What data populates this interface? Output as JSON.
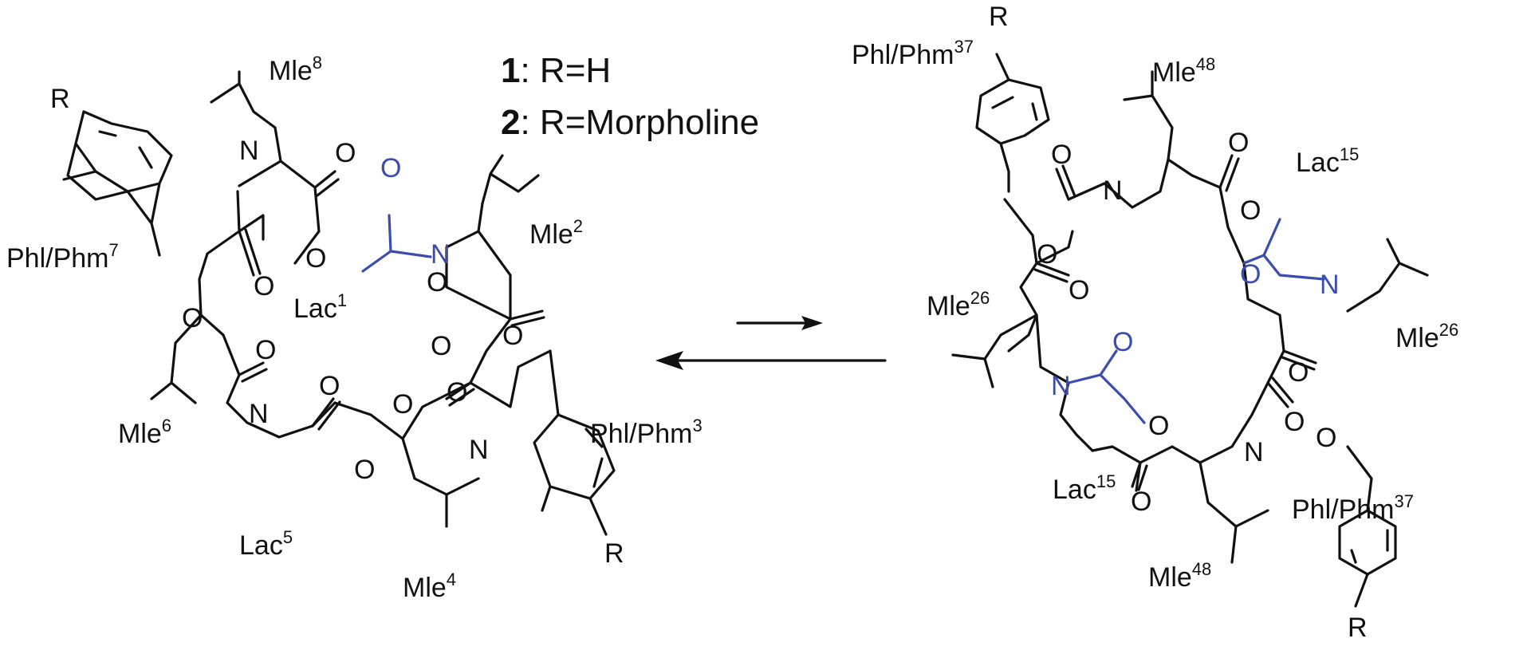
{
  "legend": [
    {
      "number": "1",
      "text": ": R=H"
    },
    {
      "number": "2",
      "text": ": R=Morpholine"
    }
  ],
  "substituent": "R",
  "atoms": {
    "oxygen": "O",
    "nitrogen": "N"
  },
  "highlight_color": "#3b4cb0",
  "left_conformer": {
    "residues": [
      {
        "name": "Mle",
        "sup": "8"
      },
      {
        "name": "Mle",
        "sup": "2"
      },
      {
        "name": "Phl/Phm",
        "sup": "7"
      },
      {
        "name": "Lac",
        "sup": "1"
      },
      {
        "name": "Mle",
        "sup": "6"
      },
      {
        "name": "Phl/Phm",
        "sup": "3"
      },
      {
        "name": "Lac",
        "sup": "5"
      },
      {
        "name": "Mle",
        "sup": "4"
      }
    ]
  },
  "right_conformer": {
    "residues": [
      {
        "name": "Phl/Phm",
        "sup": "37"
      },
      {
        "name": "Mle",
        "sup": "48"
      },
      {
        "name": "Lac",
        "sup": "15"
      },
      {
        "name": "Mle",
        "sup": "26"
      },
      {
        "name": "Mle",
        "sup": "26"
      },
      {
        "name": "Lac",
        "sup": "15"
      },
      {
        "name": "Mle",
        "sup": "48"
      },
      {
        "name": "Phl/Phm",
        "sup": "37"
      }
    ]
  },
  "equilibrium": "forward-reverse"
}
